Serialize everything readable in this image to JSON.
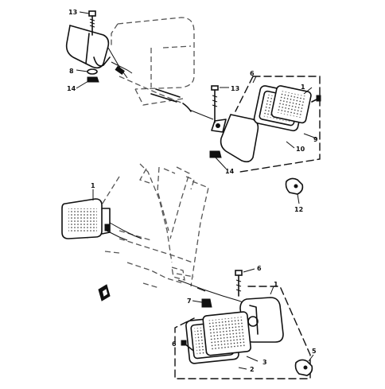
{
  "callouts": {
    "c1_top": "1",
    "c1_left": "1",
    "c1_bottom": "1",
    "c2": "2",
    "c3": "3",
    "c5": "5",
    "c6_top": "6",
    "c6_bottom": "6",
    "c7": "7",
    "c8": "8",
    "c9": "9",
    "c10": "10",
    "c12": "12",
    "c13_top": "13",
    "c13_mid": "13",
    "c14_left": "14",
    "c14_mid": "14"
  },
  "colors": {
    "ink": "#111111",
    "paper": "#ffffff"
  }
}
